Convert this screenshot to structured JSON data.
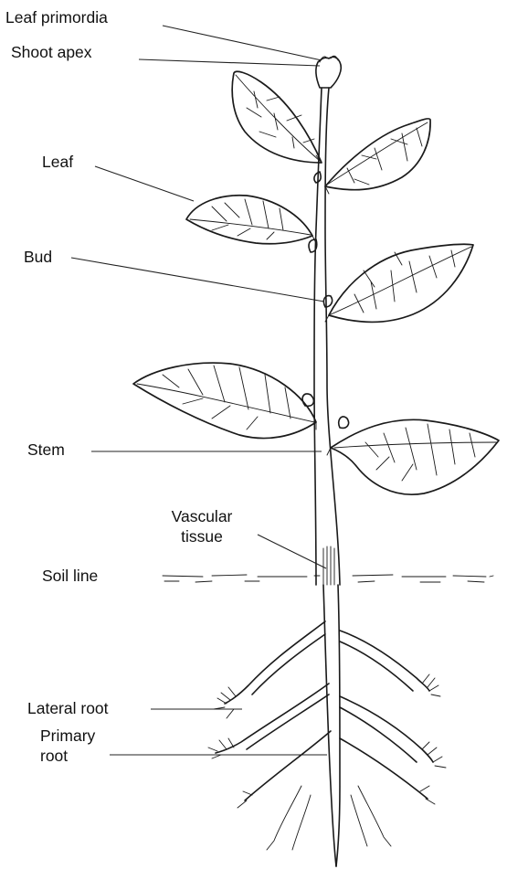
{
  "labels": {
    "leaf_primordia": "Leaf primordia",
    "shoot_apex": "Shoot apex",
    "leaf": "Leaf",
    "bud": "Bud",
    "stem": "Stem",
    "vascular_tissue_line1": "Vascular",
    "vascular_tissue_line2": "tissue",
    "soil_line": "Soil line",
    "lateral_root": "Lateral root",
    "primary_root_line1": "Primary",
    "primary_root_line2": "root"
  }
}
